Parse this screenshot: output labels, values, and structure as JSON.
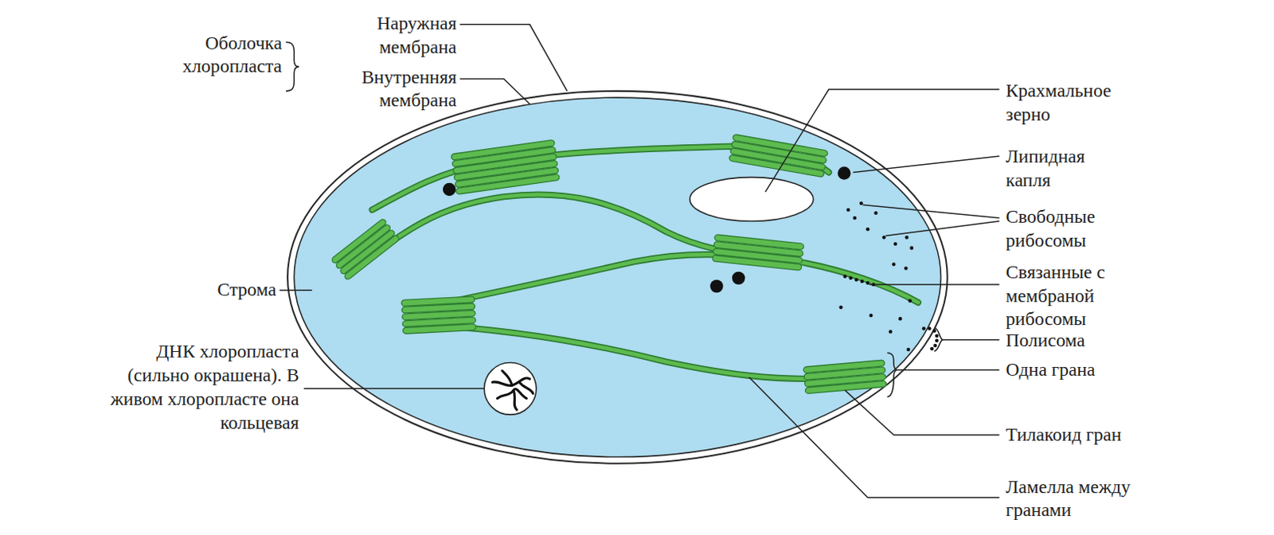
{
  "diagram": {
    "labels": [
      "Оболочка хлоропласта",
      "Наружная мембрана",
      "Внутренняя мембрана",
      "Крахмальное зерно",
      "Липидная капля",
      "Свободные рибосомы",
      "Связанные с мембраной рибосомы",
      "Полисома",
      "Одна грана",
      "Тилакоид гран",
      "Строма",
      "ДНК хлоропласта (сильно окрашена). В живом хлоропласте она кольцевая",
      "Ламелла между гранами"
    ]
  }
}
